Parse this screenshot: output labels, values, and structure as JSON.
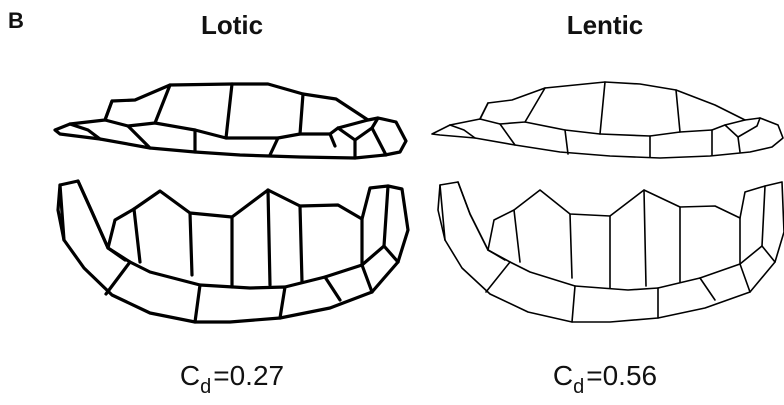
{
  "panel_label": "B",
  "columns": [
    {
      "title": "Lotic",
      "cd_symbol": "C",
      "cd_subscript": "d",
      "cd_equals": "=",
      "cd_value": "0.27"
    },
    {
      "title": "Lentic",
      "cd_symbol": "C",
      "cd_subscript": "d",
      "cd_equals": "=",
      "cd_value": "0.56"
    }
  ]
}
